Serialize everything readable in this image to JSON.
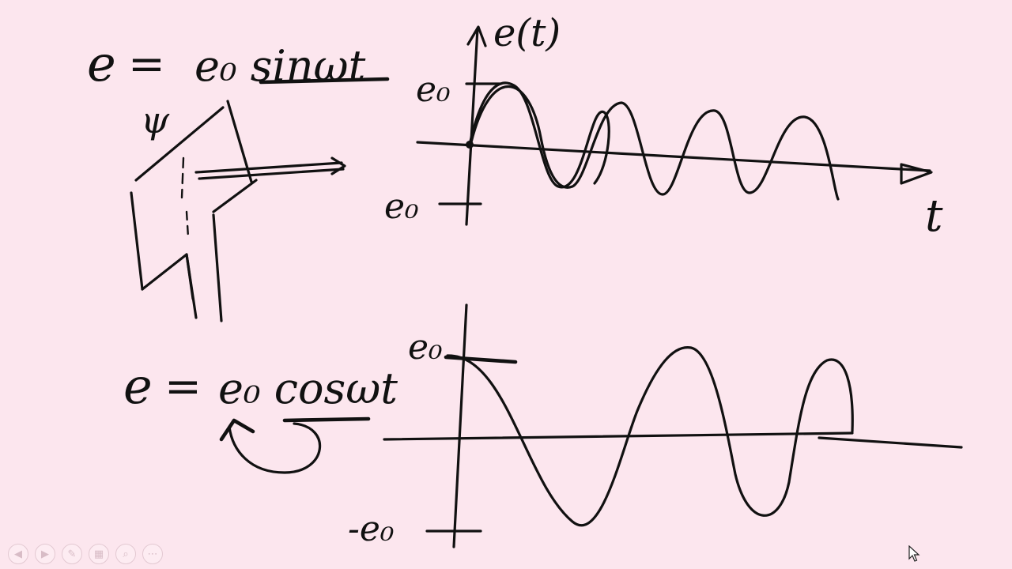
{
  "slide": {
    "background_color": "#fce6ee",
    "ink_color": "#111111"
  },
  "top_equation": {
    "lhs": "e",
    "equals": "=",
    "rhs": "e₀ sinωt"
  },
  "bottom_equation": {
    "lhs": "e",
    "equals": "=",
    "rhs": "e₀ cosωt"
  },
  "flux_label": "ψ",
  "top_graph": {
    "y_axis_label": "e(t)",
    "x_axis_label": "t",
    "pos_peak_label": "e₀",
    "neg_peak_label": "e₀"
  },
  "bottom_graph": {
    "pos_peak_label": "e₀",
    "neg_peak_label": "-e₀"
  },
  "toolbar": {
    "icons": [
      "previous-icon",
      "next-icon",
      "pen-icon",
      "slides-icon",
      "zoom-icon",
      "more-icon"
    ]
  }
}
